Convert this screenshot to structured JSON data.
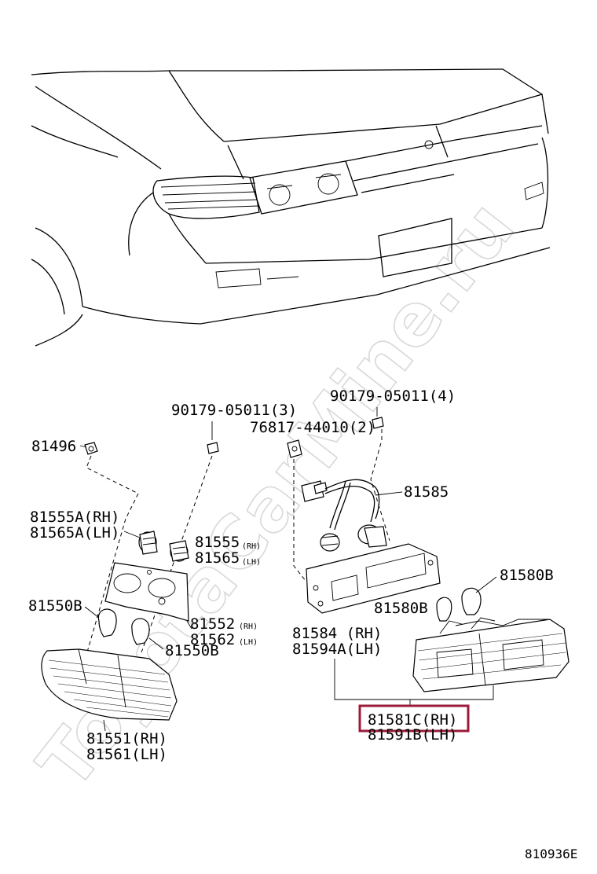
{
  "watermark": "ToyotaCarMine.ru",
  "diagram_code": "810936E",
  "highlight_color": "#9b1b3a",
  "labels": {
    "clip_left": "90179-05011(3)",
    "clip_right": "90179-05011(4)",
    "bulb_socket": "76817-44010(2)",
    "p81496": "81496",
    "p81585": "81585",
    "p81555A_rh": "81555A(RH)",
    "p81565A_lh": "81565A(LH)",
    "p81555": "81555",
    "p81565": "81565",
    "rh1": "(RH)",
    "lh1": "(LH)",
    "p81580B_a": "81580B",
    "p81550B_a": "81550B",
    "p81552": "81552",
    "p81562": "81562",
    "rh2": "(RH)",
    "lh2": "(LH)",
    "p81580B_b": "81580B",
    "p81550B_b": "81550B",
    "p81584": "81584 (RH)",
    "p81594A": "81594A(LH)",
    "p81551": "81551(RH)",
    "p81561": "81561(LH)",
    "p81581C": "81581C(RH)",
    "p81591B": "81591B(LH)"
  }
}
